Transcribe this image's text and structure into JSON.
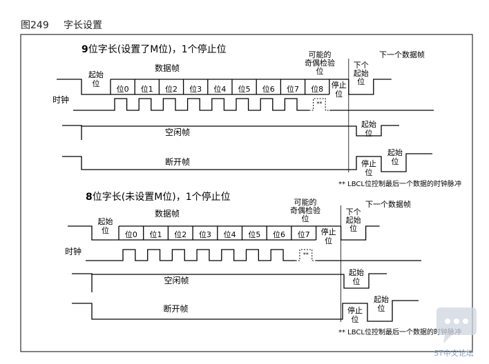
{
  "figure": {
    "label": "图249",
    "caption": "字长设置"
  },
  "diagrams": [
    {
      "title_prefix": "9",
      "title": "位字长(设置了M位)，1个停止位",
      "data_frame": "数据帧",
      "parity": [
        "可能的",
        "奇偶检验",
        "位"
      ],
      "next_frame": "下一个数据帧",
      "start_bit": [
        "起始",
        "位"
      ],
      "bits": [
        "位0",
        "位1",
        "位2",
        "位3",
        "位4",
        "位5",
        "位6",
        "位7",
        "位8"
      ],
      "stop_bit": [
        "停止",
        "位"
      ],
      "next_start": [
        "下个",
        "起始",
        "位"
      ],
      "clock": "时钟",
      "idle_frame": "空闲帧",
      "idle_start": [
        "起始",
        "位"
      ],
      "break_frame": "断开帧",
      "break_stop": [
        "停止",
        "位"
      ],
      "break_start": [
        "起始",
        "位"
      ],
      "clk_mark": "**",
      "note": "** LBCL位控制最后一个数据的时钟脉冲"
    },
    {
      "title_prefix": "8",
      "title": "位字长(未设置M位)，1个停止位",
      "data_frame": "数据帧",
      "parity": [
        "可能的",
        "奇偶检验",
        "位"
      ],
      "next_frame": "下一个数据帧",
      "start_bit": [
        "起始",
        "位"
      ],
      "bits": [
        "位0",
        "位1",
        "位2",
        "位3",
        "位4",
        "位5",
        "位6",
        "位7"
      ],
      "stop_bit": [
        "停止",
        "位"
      ],
      "next_start": [
        "下个",
        "起始",
        "位"
      ],
      "clock": "时钟",
      "idle_frame": "空闲帧",
      "idle_start": [
        "起始",
        "位"
      ],
      "break_frame": "断开帧",
      "break_stop": [
        "停止",
        "位"
      ],
      "break_start": [
        "起始",
        "位"
      ],
      "clk_mark": "**",
      "note": "** LBCL位控制最后一个数据的时钟脉冲"
    }
  ],
  "watermark": {
    "text": "ST中文论坛"
  }
}
